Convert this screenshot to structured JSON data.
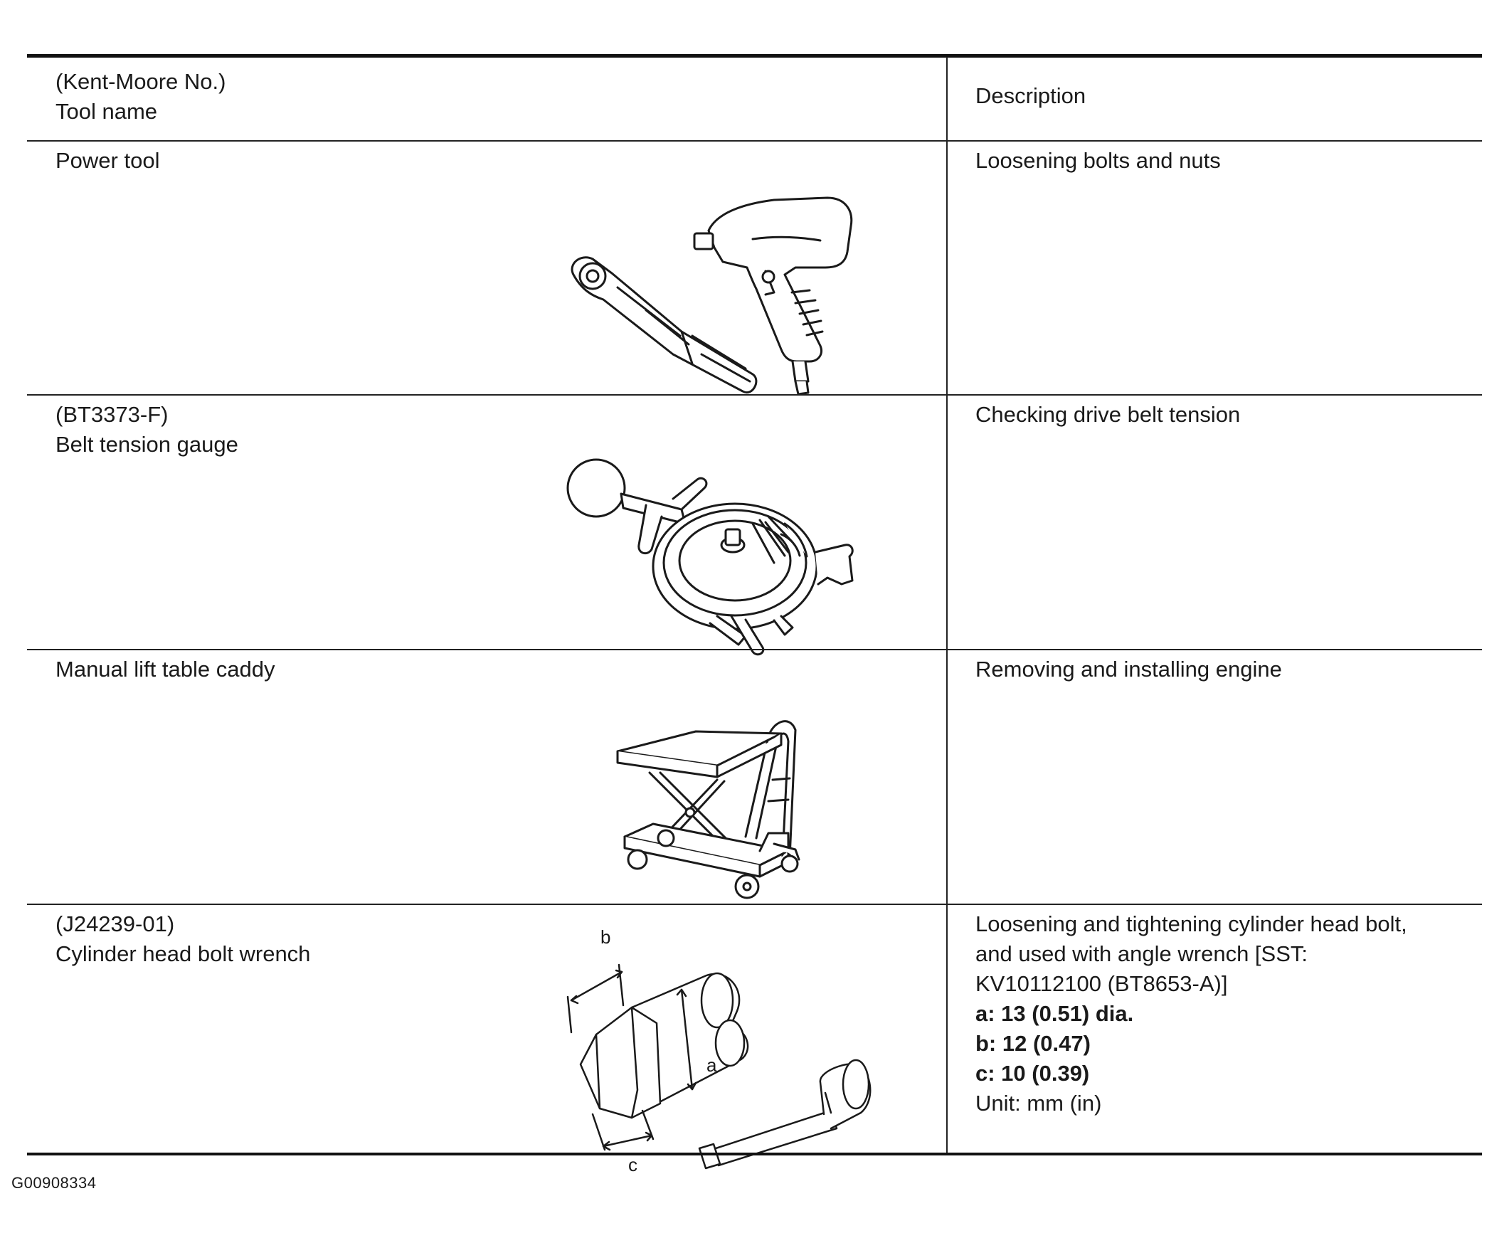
{
  "header": {
    "col1_line1": "(Kent-Moore No.)",
    "col1_line2": "Tool name",
    "col2": "Description"
  },
  "rows": [
    {
      "number": "",
      "name": "Power tool",
      "description": [
        "Loosening bolts and nuts"
      ],
      "illustration_icon": "air-ratchet-and-impact-wrench-icon"
    },
    {
      "number": "(BT3373-F)",
      "name": "Belt tension gauge",
      "description": [
        "Checking drive belt tension"
      ],
      "illustration_icon": "belt-tension-gauge-icon"
    },
    {
      "number": "",
      "name": "Manual lift table caddy",
      "description": [
        "Removing and installing engine"
      ],
      "illustration_icon": "lift-table-caddy-icon"
    },
    {
      "number": "(J24239-01)",
      "name": "Cylinder head bolt wrench",
      "description": [
        "Loosening and tightening cylinder head bolt,",
        "and used with angle wrench [SST:",
        "KV10112100 (BT8653-A)]"
      ],
      "specs": [
        "a: 13 (0.51) dia.",
        "b: 12 (0.47)",
        "c: 10 (0.39)"
      ],
      "unit": "Unit: mm (in)",
      "dimension_labels": {
        "a": "a",
        "b": "b",
        "c": "c"
      },
      "illustration_icon": "hex-bolt-socket-icon"
    }
  ],
  "figure_id": "G00908334"
}
